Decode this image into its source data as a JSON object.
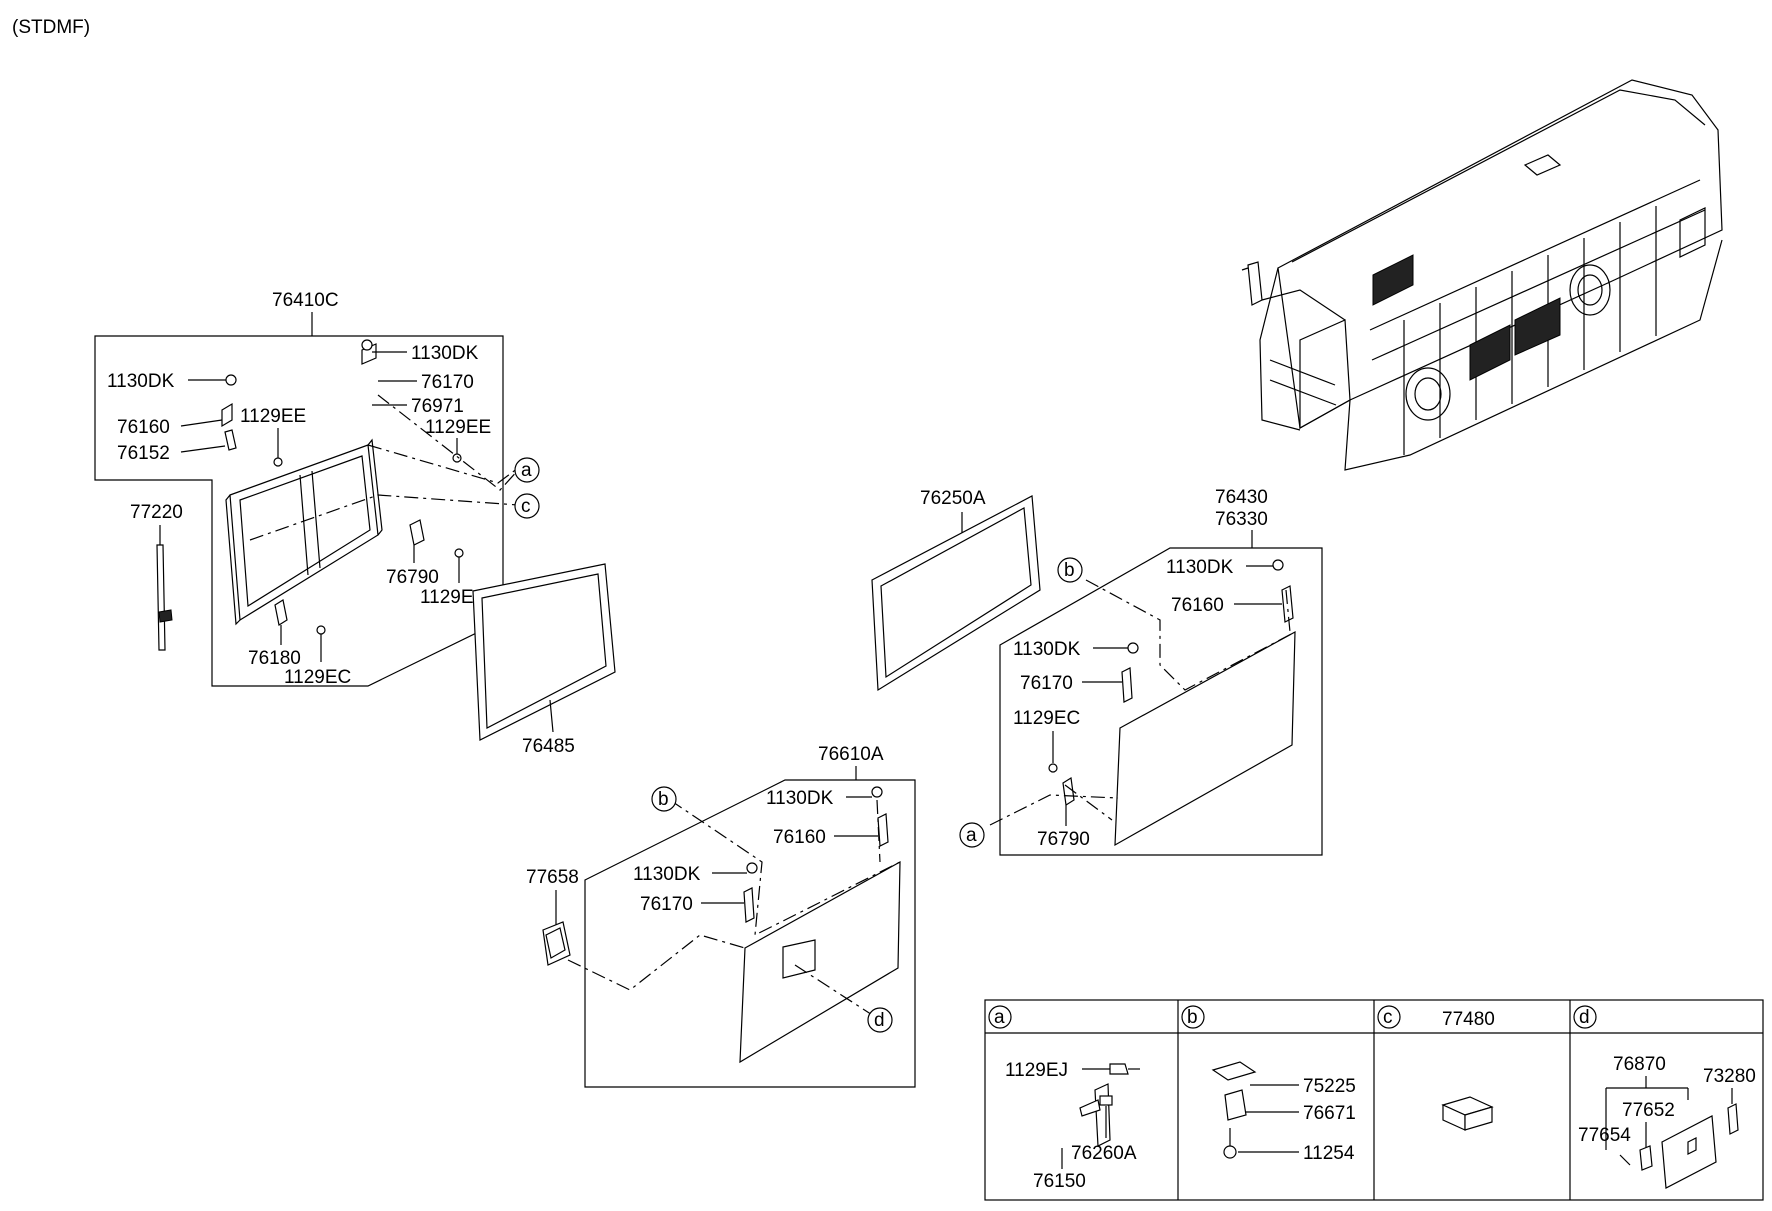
{
  "header": {
    "variant": "(STDMF)"
  },
  "groups": {
    "front_window": "76410C",
    "front_panel": "76610A",
    "rear_panel_1": "76430",
    "rear_panel_2": "76330"
  },
  "callouts": {
    "fw_1130dk_r": "1130DK",
    "fw_1130dk_l": "1130DK",
    "fw_76170": "76170",
    "fw_76971": "76971",
    "fw_1129ee_l": "1129EE",
    "fw_1129ee_r": "1129EE",
    "fw_76160": "76160",
    "fw_76152": "76152",
    "fw_76790": "76790",
    "fw_1129ec_r": "1129EC",
    "fw_76180": "76180",
    "fw_1129ec_b": "1129EC",
    "p_77220": "77220",
    "p_76485": "76485",
    "p_76250a": "76250A",
    "p_77658": "77658",
    "fp_1130dk_t": "1130DK",
    "fp_76160": "76160",
    "fp_1130dk_m": "1130DK",
    "fp_76170": "76170",
    "rp_1130dk_t": "1130DK",
    "rp_76160": "76160",
    "rp_1130dk_m": "1130DK",
    "rp_76170": "76170",
    "rp_1129ec": "1129EC",
    "rp_76790": "76790"
  },
  "markers": {
    "a": "a",
    "b": "b",
    "c": "c",
    "d": "d"
  },
  "legend": {
    "a": {
      "tag": "a",
      "parts": {
        "p1": "1129EJ",
        "p2": "76260A",
        "p3": "76150"
      }
    },
    "b": {
      "tag": "b",
      "parts": {
        "p1": "75225",
        "p2": "76671",
        "p3": "11254"
      }
    },
    "c": {
      "tag": "c",
      "parts": {
        "p1": "77480"
      }
    },
    "d": {
      "tag": "d",
      "parts": {
        "p1": "76870",
        "p2": "73280",
        "p3": "77652",
        "p4": "77654"
      }
    }
  }
}
